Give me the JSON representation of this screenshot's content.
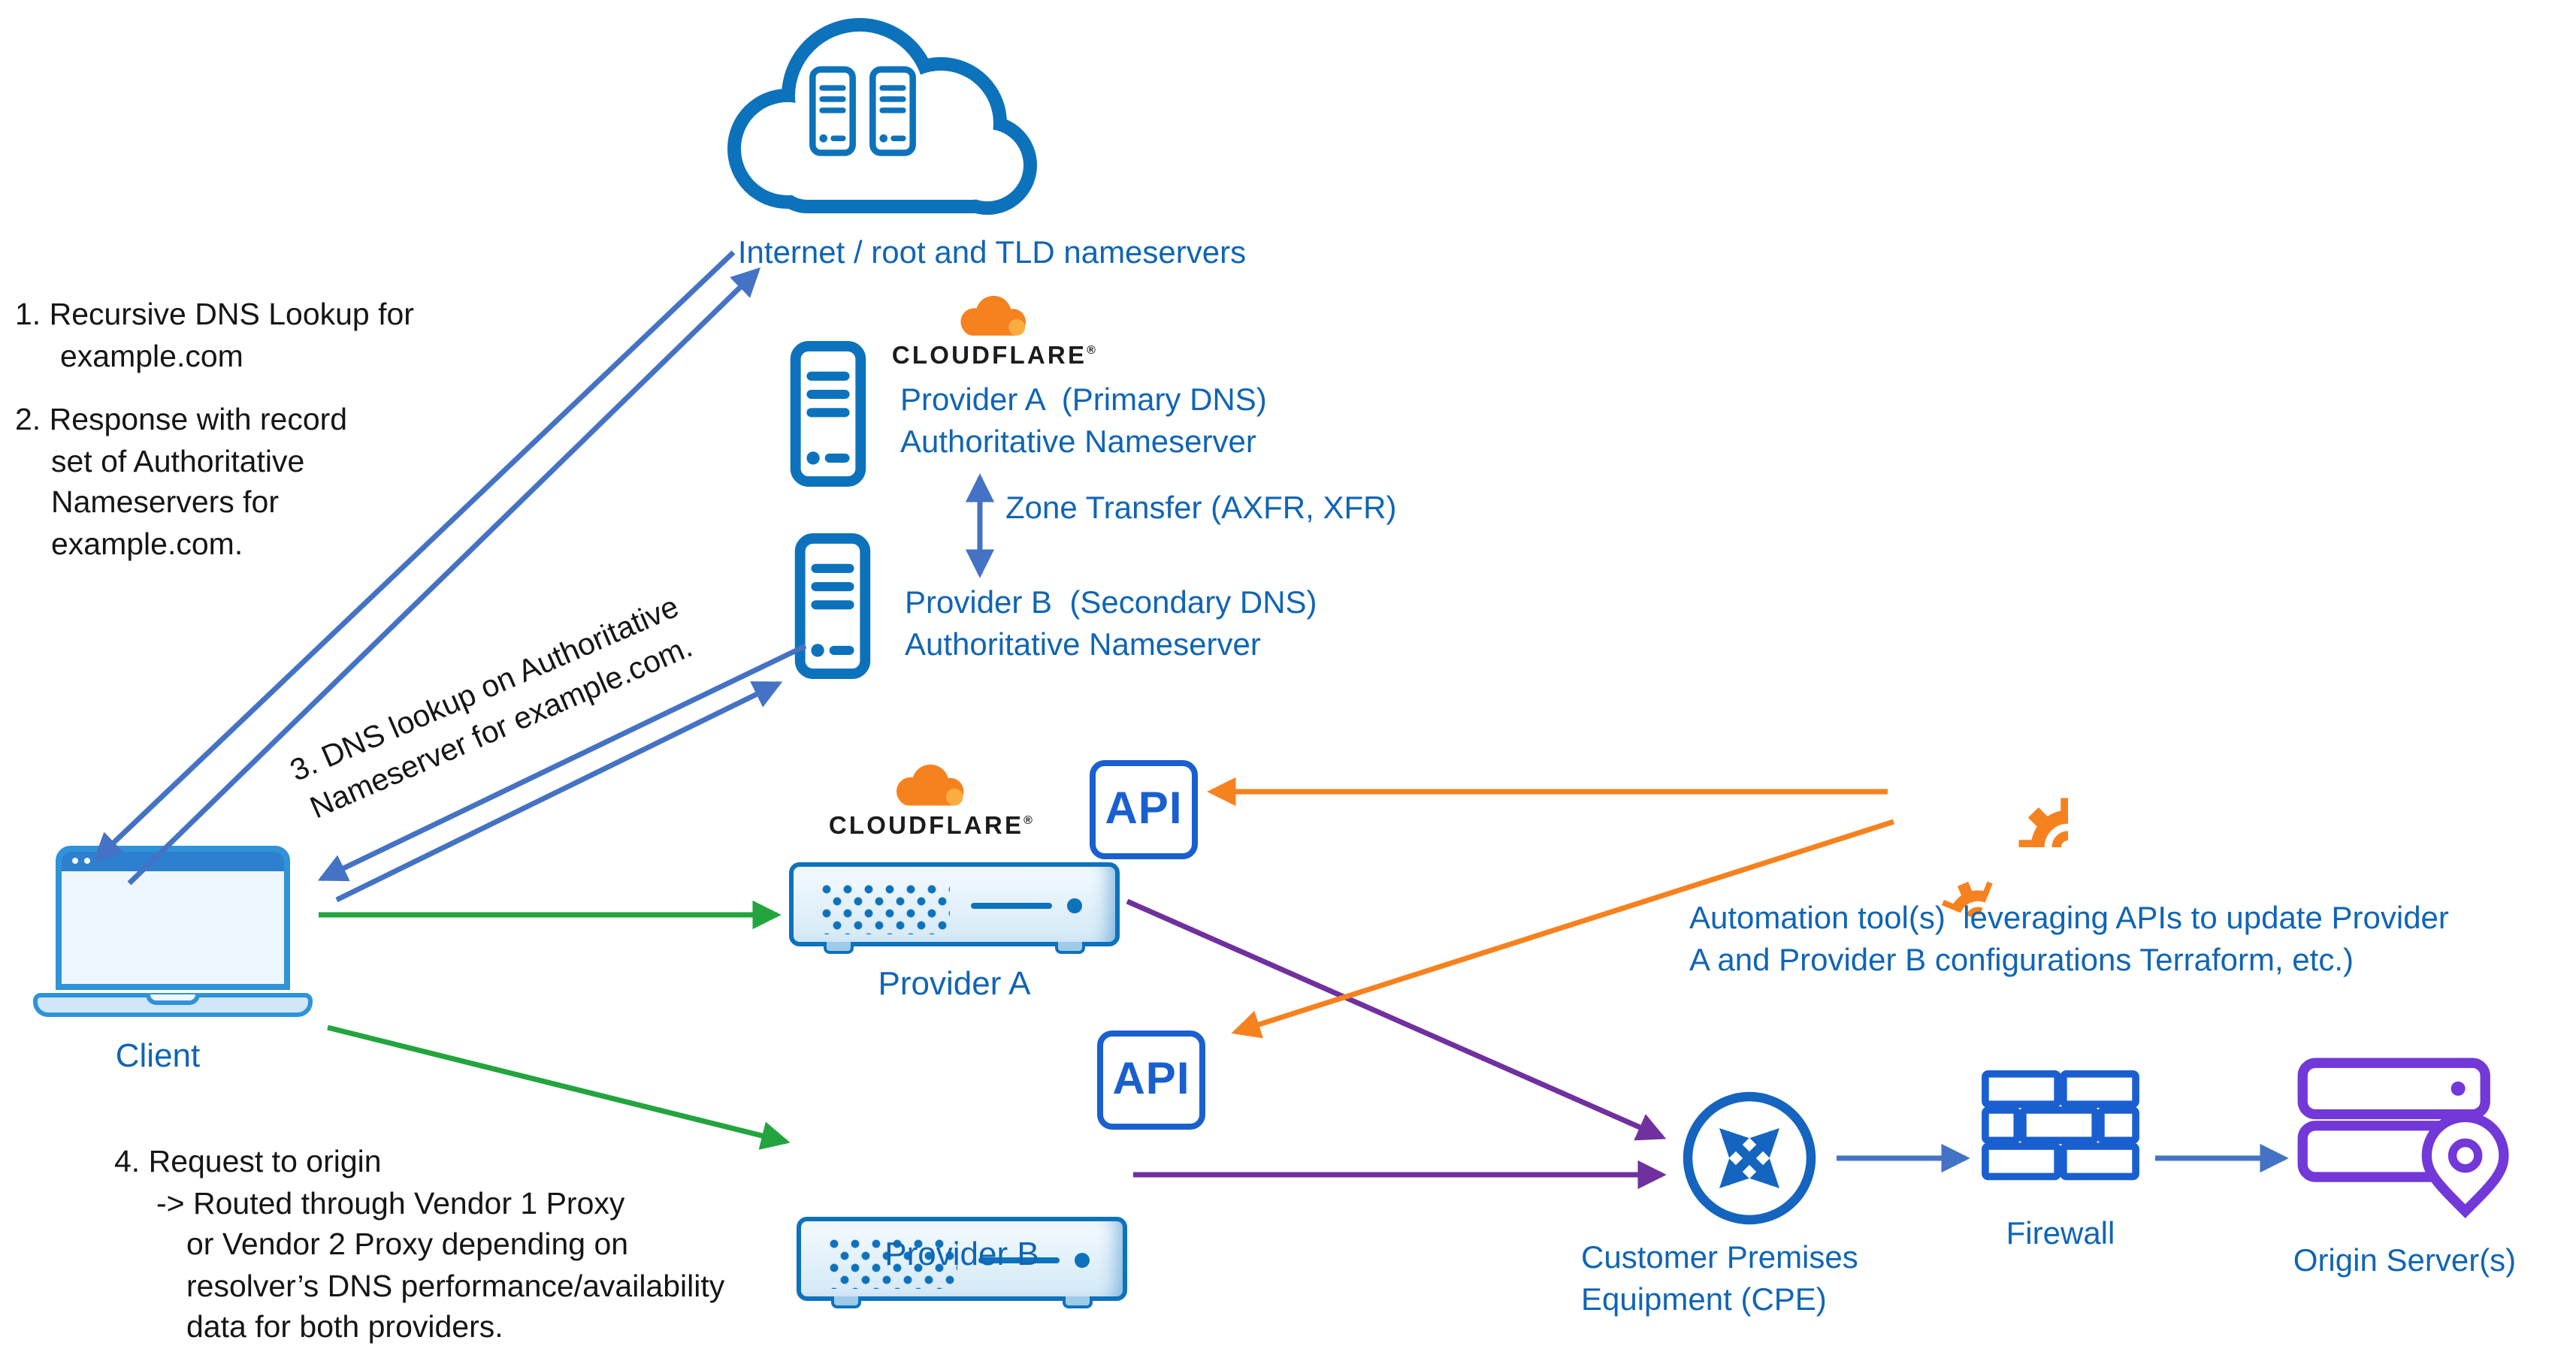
{
  "colors": {
    "icon_blue": "#0d72bc",
    "royal_blue": "#1a5fd0",
    "label_blue": "#1065b5",
    "arrow_blue": "#4472c4",
    "arrow_green": "#23a43f",
    "arrow_purple": "#7030a0",
    "orange": "#f6821f",
    "orange_light": "#fbad41",
    "origin_purple": "#7238d8",
    "text_dark": "#151515"
  },
  "internet": {
    "label": "Internet / root and TLD nameservers"
  },
  "client": {
    "label": "Client"
  },
  "cloudflare": {
    "wordmark": "CLOUDFLARE",
    "reg": "®"
  },
  "provider_a_ns": {
    "line1": "Provider A  (Primary DNS)",
    "line2": "Authoritative Nameserver"
  },
  "provider_b_ns": {
    "line1": "Provider B  (Secondary DNS)",
    "line2": "Authoritative Nameserver"
  },
  "zone_transfer": {
    "label": "Zone Transfer (AXFR, XFR)"
  },
  "provider_a": {
    "label": "Provider A",
    "api_label": "API"
  },
  "provider_b": {
    "label": "Provider B",
    "api_label": "API"
  },
  "automation": {
    "line1": "Automation tool(s)  leveraging APIs to update Provider",
    "line2": "A and Provider B configurations Terraform, etc.)"
  },
  "cpe": {
    "line1": "Customer Premises",
    "line2": "Equipment (CPE)"
  },
  "firewall": {
    "label": "Firewall"
  },
  "origin": {
    "label": "Origin Server(s)"
  },
  "steps": {
    "s1": [
      "1. Recursive DNS Lookup for",
      "example.com"
    ],
    "s2": [
      "2. Response with record",
      "set of Authoritative",
      "Nameservers for",
      "example.com."
    ],
    "s3": [
      "3. DNS lookup on Authoritative",
      "Nameserver for example.com."
    ],
    "s4": [
      "4. Request to origin",
      "-> Routed through Vendor 1 Proxy",
      "or Vendor 2 Proxy depending on",
      "resolver’s DNS performance/availability",
      "data for both providers."
    ]
  }
}
